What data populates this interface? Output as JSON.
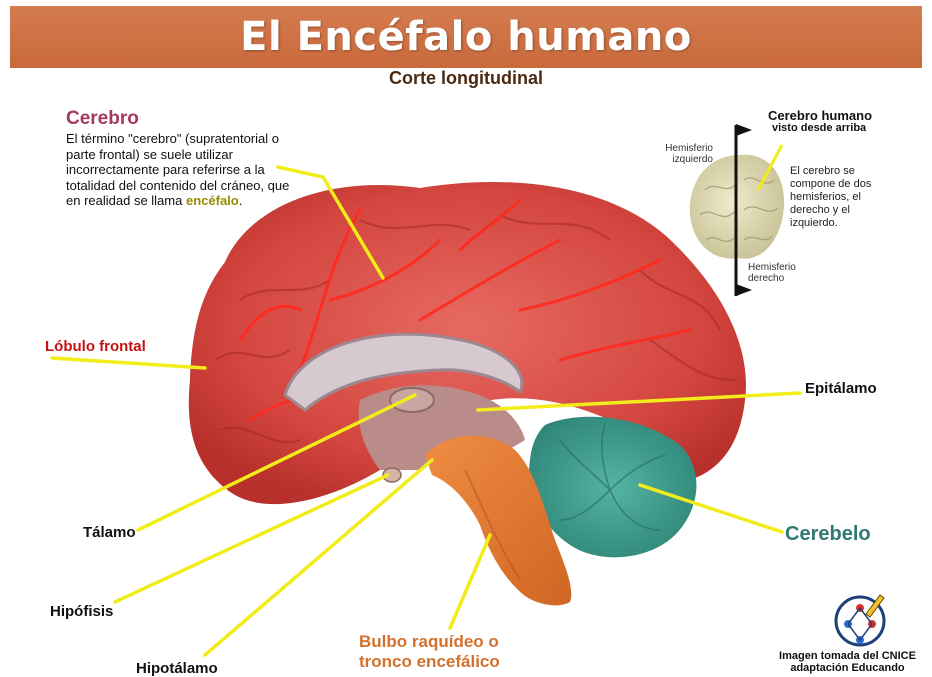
{
  "header": {
    "title": "El Encéfalo humano",
    "subtitle": "Corte longitudinal"
  },
  "cerebro": {
    "title": "Cerebro",
    "description": "El término \"cerebro\" (supratentorial o parte frontal) se suele utilizar incorrectamente para referirse a la totalidad del contenido del cráneo, que en realidad se llama",
    "highlight": "encéfalo",
    "end": "."
  },
  "labels": {
    "lobulo_frontal": "Lóbulo frontal",
    "epitalamo": "Epitálamo",
    "talamo": "Tálamo",
    "cerebelo": "Cerebelo",
    "hipofisis": "Hipófisis",
    "hipotalamo": "Hipotálamo",
    "bulbo_line1": "Bulbo raquídeo o",
    "bulbo_line2": "tronco  encefálico"
  },
  "inset": {
    "title": "Cerebro humano",
    "subtitle": "visto desde arriba",
    "hemisferio_izquierdo": "Hemisferio izquierdo",
    "hemisferio_derecho": "Hemisferio derecho",
    "description": "El cerebro se compone de dos hemisferios, el derecho y el izquierdo."
  },
  "credit": {
    "line1": "Imagen tomada del CNICE",
    "line2": "adaptación Educando"
  },
  "colors": {
    "banner": "#cd7244",
    "cortex": "#d9504b",
    "cerebellum": "#3f9e8f",
    "brainstem": "#e07a34",
    "pointer_lines": "#f2ec1a"
  }
}
